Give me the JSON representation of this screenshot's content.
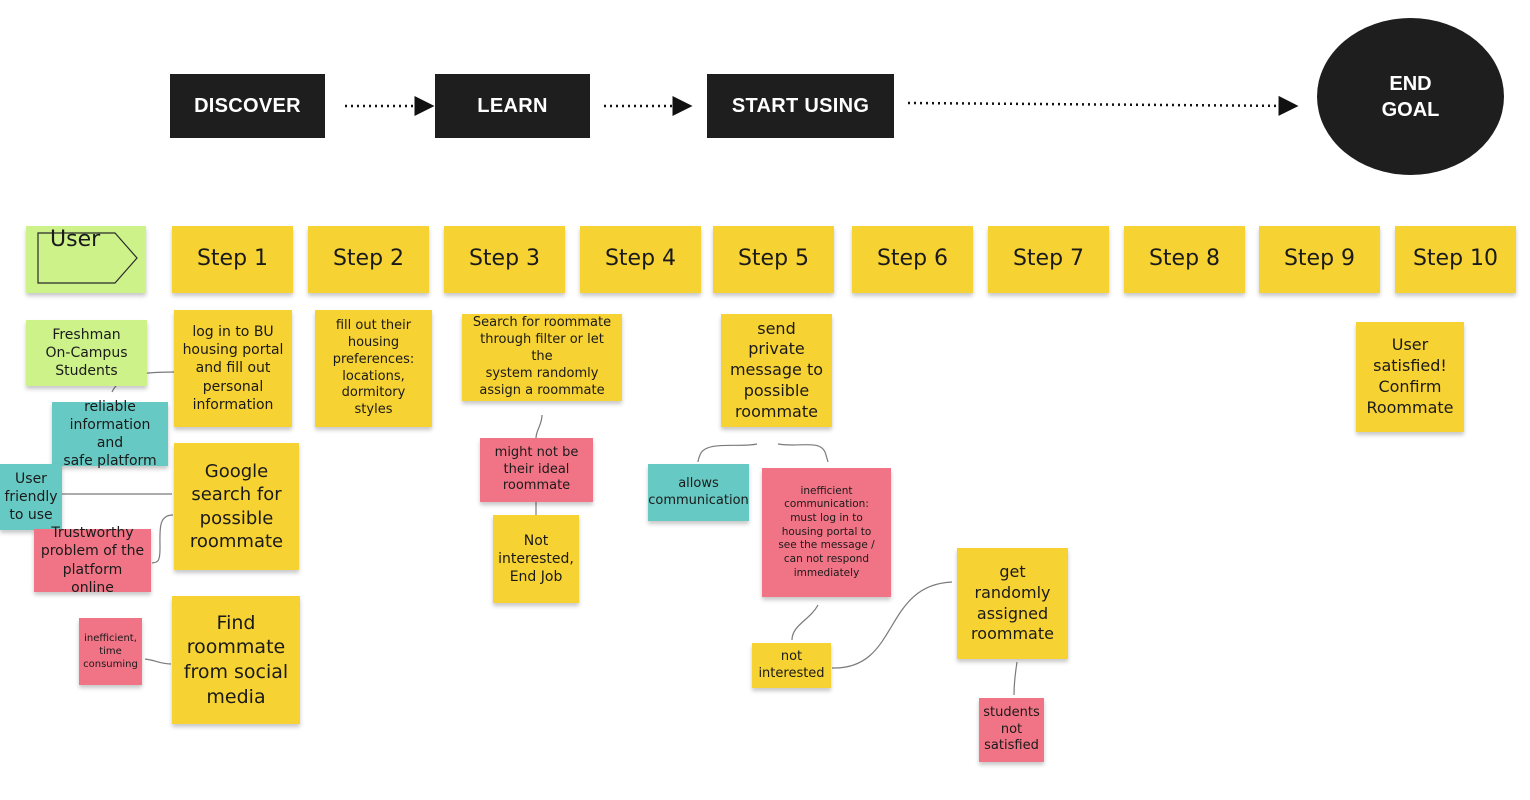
{
  "phases": {
    "discover": "DISCOVER",
    "learn": "LEARN",
    "start_using": "START USING",
    "end_goal_line1": "END",
    "end_goal_line2": "GOAL"
  },
  "lanes": {
    "user": "User",
    "steps": [
      "Step 1",
      "Step 2",
      "Step 3",
      "Step 4",
      "Step 5",
      "Step 6",
      "Step 7",
      "Step 8",
      "Step 9",
      "Step 10"
    ]
  },
  "notes": {
    "freshman": "Freshman\nOn-Campus\nStudents",
    "reliable": "reliable\ninformation and\nsafe platform",
    "user_friendly": "User\nfriendly\nto use",
    "trustworthy": "Trustworthy\nproblem of the\nplatform online",
    "inefficient_time": "inefficient,\ntime\nconsuming",
    "login_portal": "log in to BU\nhousing portal\nand fill out\npersonal\ninformation",
    "google_search": "Google\nsearch for\npossible\nroommate",
    "find_social": "Find\nroommate\nfrom social\nmedia",
    "fill_preferences": "fill out their\nhousing\npreferences:\nlocations,\ndormitory styles",
    "search_filter": "Search for roommate\nthrough filter or let the\nsystem randomly\nassign a roommate",
    "might_not": "might not be\ntheir ideal\nroommate",
    "not_interested_end": "Not\ninterested,\nEnd Job",
    "send_message": "send private\nmessage to\npossible\nroommate",
    "allows_comm": "allows\ncommunication",
    "inefficient_comm": "inefficient\ncommunication:\nmust log in to\nhousing portal to\nsee the message /\ncan not respond\nimmediately",
    "not_interested": "not\ninterested",
    "random_assigned": "get\nrandomly\nassigned\nroommate",
    "students_not_satisfied": "students\nnot\nsatisfied",
    "user_satisfied": "User\nsatisfied!\nConfirm\nRoommate"
  },
  "colors": {
    "phase_bg": "#1e1e1e",
    "yellow_note": "#f7d233",
    "green_note": "#cdf28a",
    "teal_note": "#67c9c3",
    "pink_note": "#f17486"
  }
}
